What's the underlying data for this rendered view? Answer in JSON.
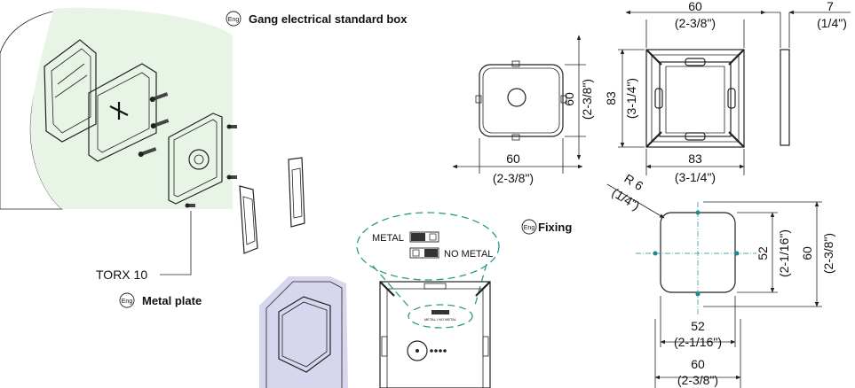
{
  "sections": {
    "gang_box": "Gang electrical standard box",
    "fixing": "Fixing",
    "metal_plate": "Metal plate"
  },
  "eng_badge": "Eng",
  "torx_label": "TORX 10",
  "switch": {
    "metal": "METAL",
    "no_metal": "NO METAL",
    "small_text": "METAL / NO METAL"
  },
  "box_dims": {
    "width_mm": "60",
    "width_in": "(2-3/8\")",
    "height_mm": "60",
    "height_in": "(2-3/8\")"
  },
  "frame_dims": {
    "top_mm": "60",
    "top_in": "(2-3/8\")",
    "depth_mm": "7",
    "depth_in": "(1/4\")",
    "height_mm": "83",
    "height_in": "(3-1/4\")",
    "width_mm": "83",
    "width_in": "(3-1/4\")"
  },
  "cutout_dims": {
    "radius": "R 6",
    "radius_in": "(1/4\")",
    "inner_w_mm": "52",
    "inner_w_in": "(2-1/16\")",
    "inner_h_mm": "52",
    "inner_h_in": "(2-1/16\")",
    "outer_w_mm": "60",
    "outer_w_in": "(2-3/8\")",
    "outer_h_mm": "60",
    "outer_h_in": "(2-3/8\")"
  },
  "colors": {
    "wall_green": "#e8f5e6",
    "plate_blue": "#d6d6ee",
    "callout_teal": "#2a9a8a"
  }
}
